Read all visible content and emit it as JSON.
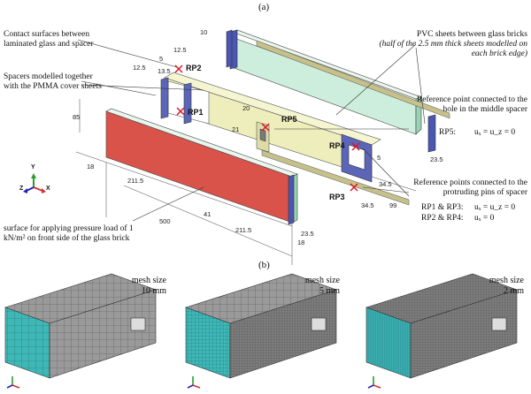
{
  "panel_a": {
    "tag": "(a)",
    "callouts": {
      "contact": "Contact surfaces between laminated glass and spacer",
      "spacers": "Spacers modelled together with the PMMA cover sheets",
      "pvc_title": "PVC sheets between glass bricks",
      "pvc_note": "(half of the 2.5 mm thick sheets modelled on each brick edge)",
      "rp_hole": "Reference point connected to the hole in the middle spacer",
      "rp5_eq": "RP5:",
      "rp5_val": "uₓ = u_z = 0",
      "rp_pins": "Reference points connected to the protruding pins of spacer",
      "rp13_eq": "RP1 & RP3:",
      "rp13_val": "uₓ = u_z = 0",
      "rp24_eq": "RP2 & RP4:",
      "rp24_val": "uₓ = 0",
      "surface": "surface for applying pressure load of 1 kN/m² on front side of the glass brick"
    },
    "ref_points": [
      "RP1",
      "RP2",
      "RP3",
      "RP4",
      "RP5"
    ],
    "dims": {
      "d10": "10",
      "d12_5a": "12.5",
      "d12_5b": "12.5",
      "d5a": "5",
      "d13_5": "13.5",
      "d85": "85",
      "d20": "20",
      "d21": "21",
      "d18a": "18",
      "d211_5a": "211.5",
      "d41": "41",
      "d500": "500",
      "d211_5b": "211.5",
      "d18b": "18",
      "d23_5a": "23.5",
      "d34_5a": "34.5",
      "d34_5b": "34.5",
      "d99": "99",
      "d23_5b": "23.5",
      "d5b": "5"
    }
  },
  "panel_b": {
    "tag": "(b)",
    "meshes": [
      {
        "label": "mesh size",
        "value": "10 mm"
      },
      {
        "label": "mesh size",
        "value": "5 mm"
      },
      {
        "label": "mesh size",
        "value": "2 mm"
      }
    ]
  },
  "axes": {
    "y": "Y",
    "z": "Z",
    "x": "X"
  },
  "colors": {
    "red_face": "#d9534a",
    "cover_yellow": "#eeeebc",
    "pvc_green": "#cdeedd",
    "spacer_blue": "#5b66b8",
    "mesh_cyan": "#3fb7b7",
    "mesh_gray": "#8c8c8c"
  }
}
